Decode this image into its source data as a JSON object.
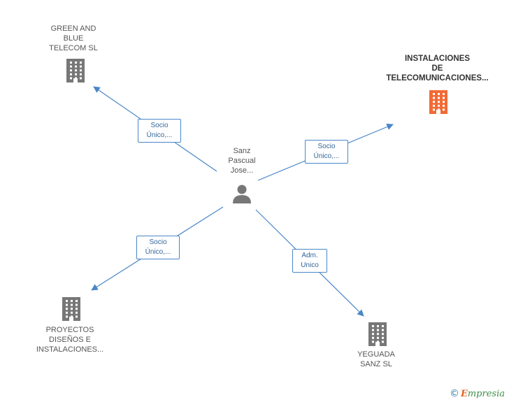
{
  "colors": {
    "edge": "#4a86c8",
    "building": "#777777",
    "building_focus": "#f26a35",
    "person": "#777777"
  },
  "center": {
    "label_lines": [
      "Sanz",
      "Pascual",
      "Jose..."
    ],
    "icon": "person-icon"
  },
  "companies": [
    {
      "id": "green-blue",
      "label_lines": [
        "GREEN AND",
        "BLUE",
        "TELECOM  SL"
      ],
      "icon": "building-icon",
      "focus": false
    },
    {
      "id": "instalaciones",
      "label_lines": [
        "INSTALACIONES",
        "DE",
        "TELECOMUNICACIONES..."
      ],
      "icon": "building-icon",
      "focus": true
    },
    {
      "id": "proyectos",
      "label_lines": [
        "PROYECTOS",
        "DISEÑOS E",
        "INSTALACIONES..."
      ],
      "icon": "building-icon",
      "focus": false
    },
    {
      "id": "yeguada",
      "label_lines": [
        "YEGUADA",
        "SANZ SL"
      ],
      "icon": "building-icon",
      "focus": false
    }
  ],
  "edges": [
    {
      "to": "green-blue",
      "label_lines": [
        "Socio",
        "Único,..."
      ]
    },
    {
      "to": "instalaciones",
      "label_lines": [
        "Socio",
        "Único,..."
      ]
    },
    {
      "to": "proyectos",
      "label_lines": [
        "Socio",
        "Único,..."
      ]
    },
    {
      "to": "yeguada",
      "label_lines": [
        "Adm.",
        "Unico"
      ]
    }
  ],
  "footer": {
    "copyright": "©",
    "brand_initial": "E",
    "brand_rest": "mpresia"
  }
}
